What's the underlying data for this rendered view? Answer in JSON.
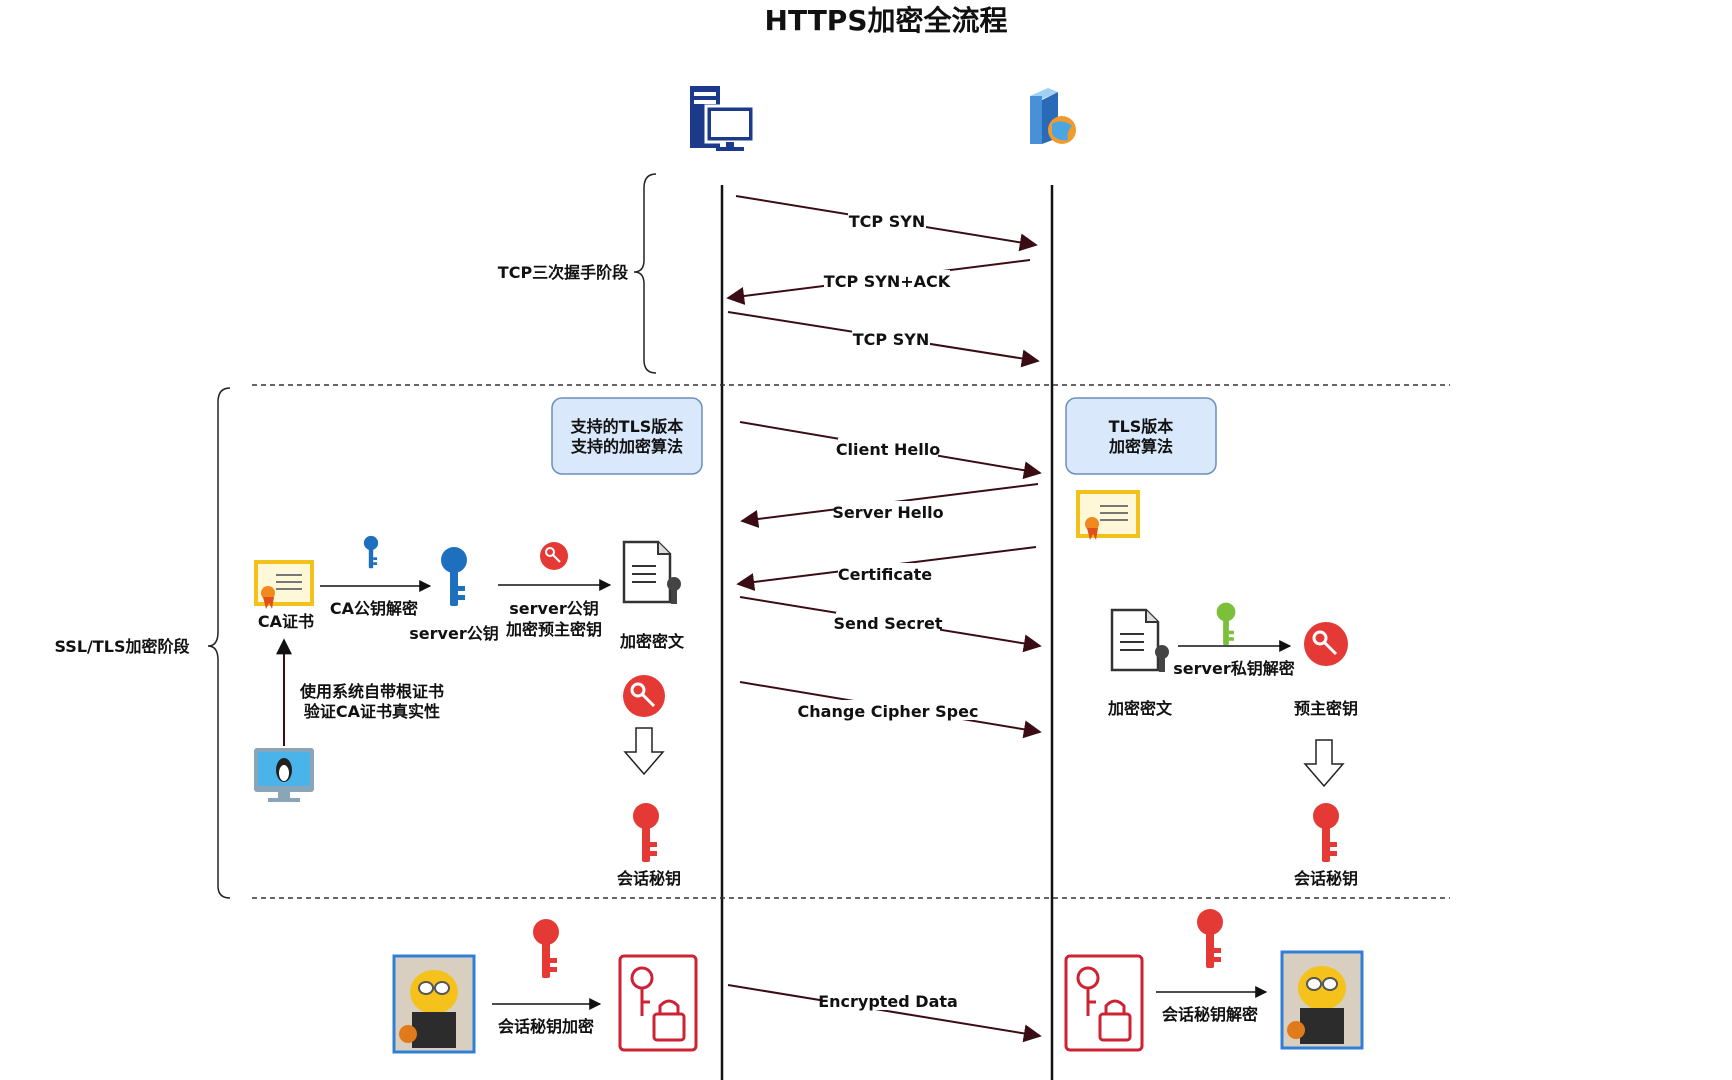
{
  "title": "HTTPS加密全流程",
  "phases": {
    "tcp": "TCP三次握手阶段",
    "tls": "SSL/TLS加密阶段"
  },
  "messages": [
    {
      "label": "TCP SYN",
      "dir": "c2s"
    },
    {
      "label": "TCP SYN+ACK",
      "dir": "s2c"
    },
    {
      "label": "TCP SYN",
      "dir": "c2s"
    },
    {
      "label": "Client Hello",
      "dir": "c2s"
    },
    {
      "label": "Server Hello",
      "dir": "s2c"
    },
    {
      "label": "Certificate",
      "dir": "s2c"
    },
    {
      "label": "Send Secret",
      "dir": "c2s"
    },
    {
      "label": "Change Cipher Spec",
      "dir": "c2s"
    },
    {
      "label": "Encrypted Data",
      "dir": "c2s"
    }
  ],
  "client_box": {
    "line1": "支持的TLS版本",
    "line2": "支持的加密算法"
  },
  "server_box": {
    "line1": "TLS版本",
    "line2": "加密算法"
  },
  "client_side": {
    "ca_cert": "CA证书",
    "ca_decrypt": "CA公钥解密",
    "server_pubkey": "server公钥",
    "pubkey_encrypt_1": "server公钥",
    "pubkey_encrypt_2": "加密预主密钥",
    "cipher_text": "加密密文",
    "root_verify_1": "使用系统自带根证书",
    "root_verify_2": "验证CA证书真实性",
    "session_key": "会话秘钥",
    "session_encrypt": "会话秘钥加密"
  },
  "server_side": {
    "cipher_text": "加密密文",
    "private_decrypt": "server私钥解密",
    "premaster_key": "预主密钥",
    "session_key": "会话秘钥",
    "session_decrypt": "会话秘钥解密"
  },
  "colors": {
    "arrow": "#3a0d14",
    "box_fill": "#dae8fc",
    "box_stroke": "#6c8ebf",
    "key_red": "#e53935",
    "key_blue": "#1f6fbf",
    "key_green": "#7cbf3a",
    "cert_yellow": "#f7cf2a",
    "lock_red": "#cc2233"
  },
  "icons": {
    "client": "desktop-computer-icon",
    "server": "server-globe-icon"
  }
}
